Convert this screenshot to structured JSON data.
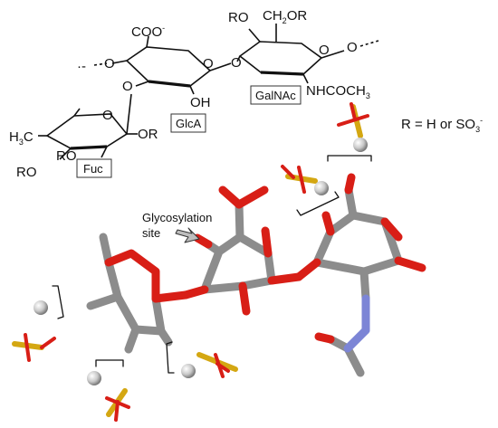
{
  "schematic": {
    "ring_atoms": {
      "ro_top": "RO",
      "ch2or": "CH",
      "ch2or_sub": "2",
      "ch2or_tail": "OR",
      "coo": "COO",
      "coo_sup": "-",
      "oh": "OH",
      "nh": "NHCOCH",
      "nh_sub": "3",
      "h3c": "H",
      "h3c_sub": "3",
      "h3c_tail": "C",
      "or_right": "OR",
      "ro_mid": "RO",
      "ro_low": "RO"
    },
    "residues": {
      "glca": "GlcA",
      "galnac": "GalNAc",
      "fuc": "Fuc"
    },
    "r_definition": {
      "text": "R = H or SO",
      "sub": "3",
      "sup": "-"
    },
    "o_atoms": {
      "o": "O"
    },
    "chain_continuation": "·-"
  },
  "model": {
    "annotation": {
      "line1": "Glycosylation",
      "line2": "site"
    }
  },
  "colors": {
    "carbon": "#8c8c8c",
    "oxygen": "#d81e16",
    "nitrogen": "#7c85d6",
    "sulfur": "#d4a712",
    "counterion": "#c8c8c8"
  }
}
